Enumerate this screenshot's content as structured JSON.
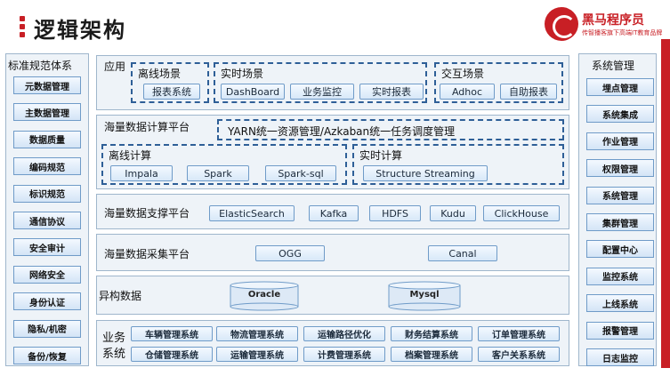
{
  "header": {
    "title": "逻辑架构"
  },
  "logo": {
    "name": "黑马程序员",
    "url": "www.itheima.com",
    "slogan": "传智播客旗下高端IT教育品牌"
  },
  "colors": {
    "accent": "#c81f25",
    "border": "#2e5f97",
    "panel": "#eef3f8"
  },
  "left_panel": {
    "title": "标准规范体系",
    "items": [
      "元数据管理",
      "主数据管理",
      "数据质量",
      "编码规范",
      "标识规范",
      "通信协议",
      "安全审计",
      "网络安全",
      "身份认证",
      "隐私/机密",
      "备份/恢复"
    ]
  },
  "right_panel": {
    "title": "系统管理",
    "items": [
      "埋点管理",
      "系统集成",
      "作业管理",
      "权限管理",
      "系统管理",
      "集群管理",
      "配置中心",
      "监控系统",
      "上线系统",
      "报警管理",
      "日志监控"
    ]
  },
  "app": {
    "title": "应用",
    "offline": {
      "title": "离线场景",
      "items": [
        "报表系统"
      ]
    },
    "realtime": {
      "title": "实时场景",
      "items": [
        "DashBoard",
        "业务监控",
        "实时报表"
      ]
    },
    "interactive": {
      "title": "交互场景",
      "items": [
        "Adhoc",
        "自助报表"
      ]
    }
  },
  "compute": {
    "title": "海量数据计算平台",
    "scheduler": "YARN统一资源管理/Azkaban统一任务调度管理",
    "offline": {
      "title": "离线计算",
      "items": [
        "Impala",
        "Spark",
        "Spark-sql"
      ]
    },
    "realtime": {
      "title": "实时计算",
      "items": [
        "Structure Streaming"
      ]
    }
  },
  "support": {
    "title": "海量数据支撑平台",
    "items": [
      "ElasticSearch",
      "Kafka",
      "HDFS",
      "Kudu",
      "ClickHouse"
    ]
  },
  "collect": {
    "title": "海量数据采集平台",
    "items": [
      "OGG",
      "Canal"
    ]
  },
  "hetero": {
    "title": "异构数据",
    "items": [
      "Oracle",
      "Mysql"
    ]
  },
  "business": {
    "title_line1": "业务",
    "title_line2": "系统",
    "row1": [
      "车辆管理系统",
      "物流管理系统",
      "运输路径优化",
      "财务结算系统",
      "订单管理系统"
    ],
    "row2": [
      "仓储管理系统",
      "运输管理系统",
      "计费管理系统",
      "档案管理系统",
      "客户关系系统"
    ]
  }
}
